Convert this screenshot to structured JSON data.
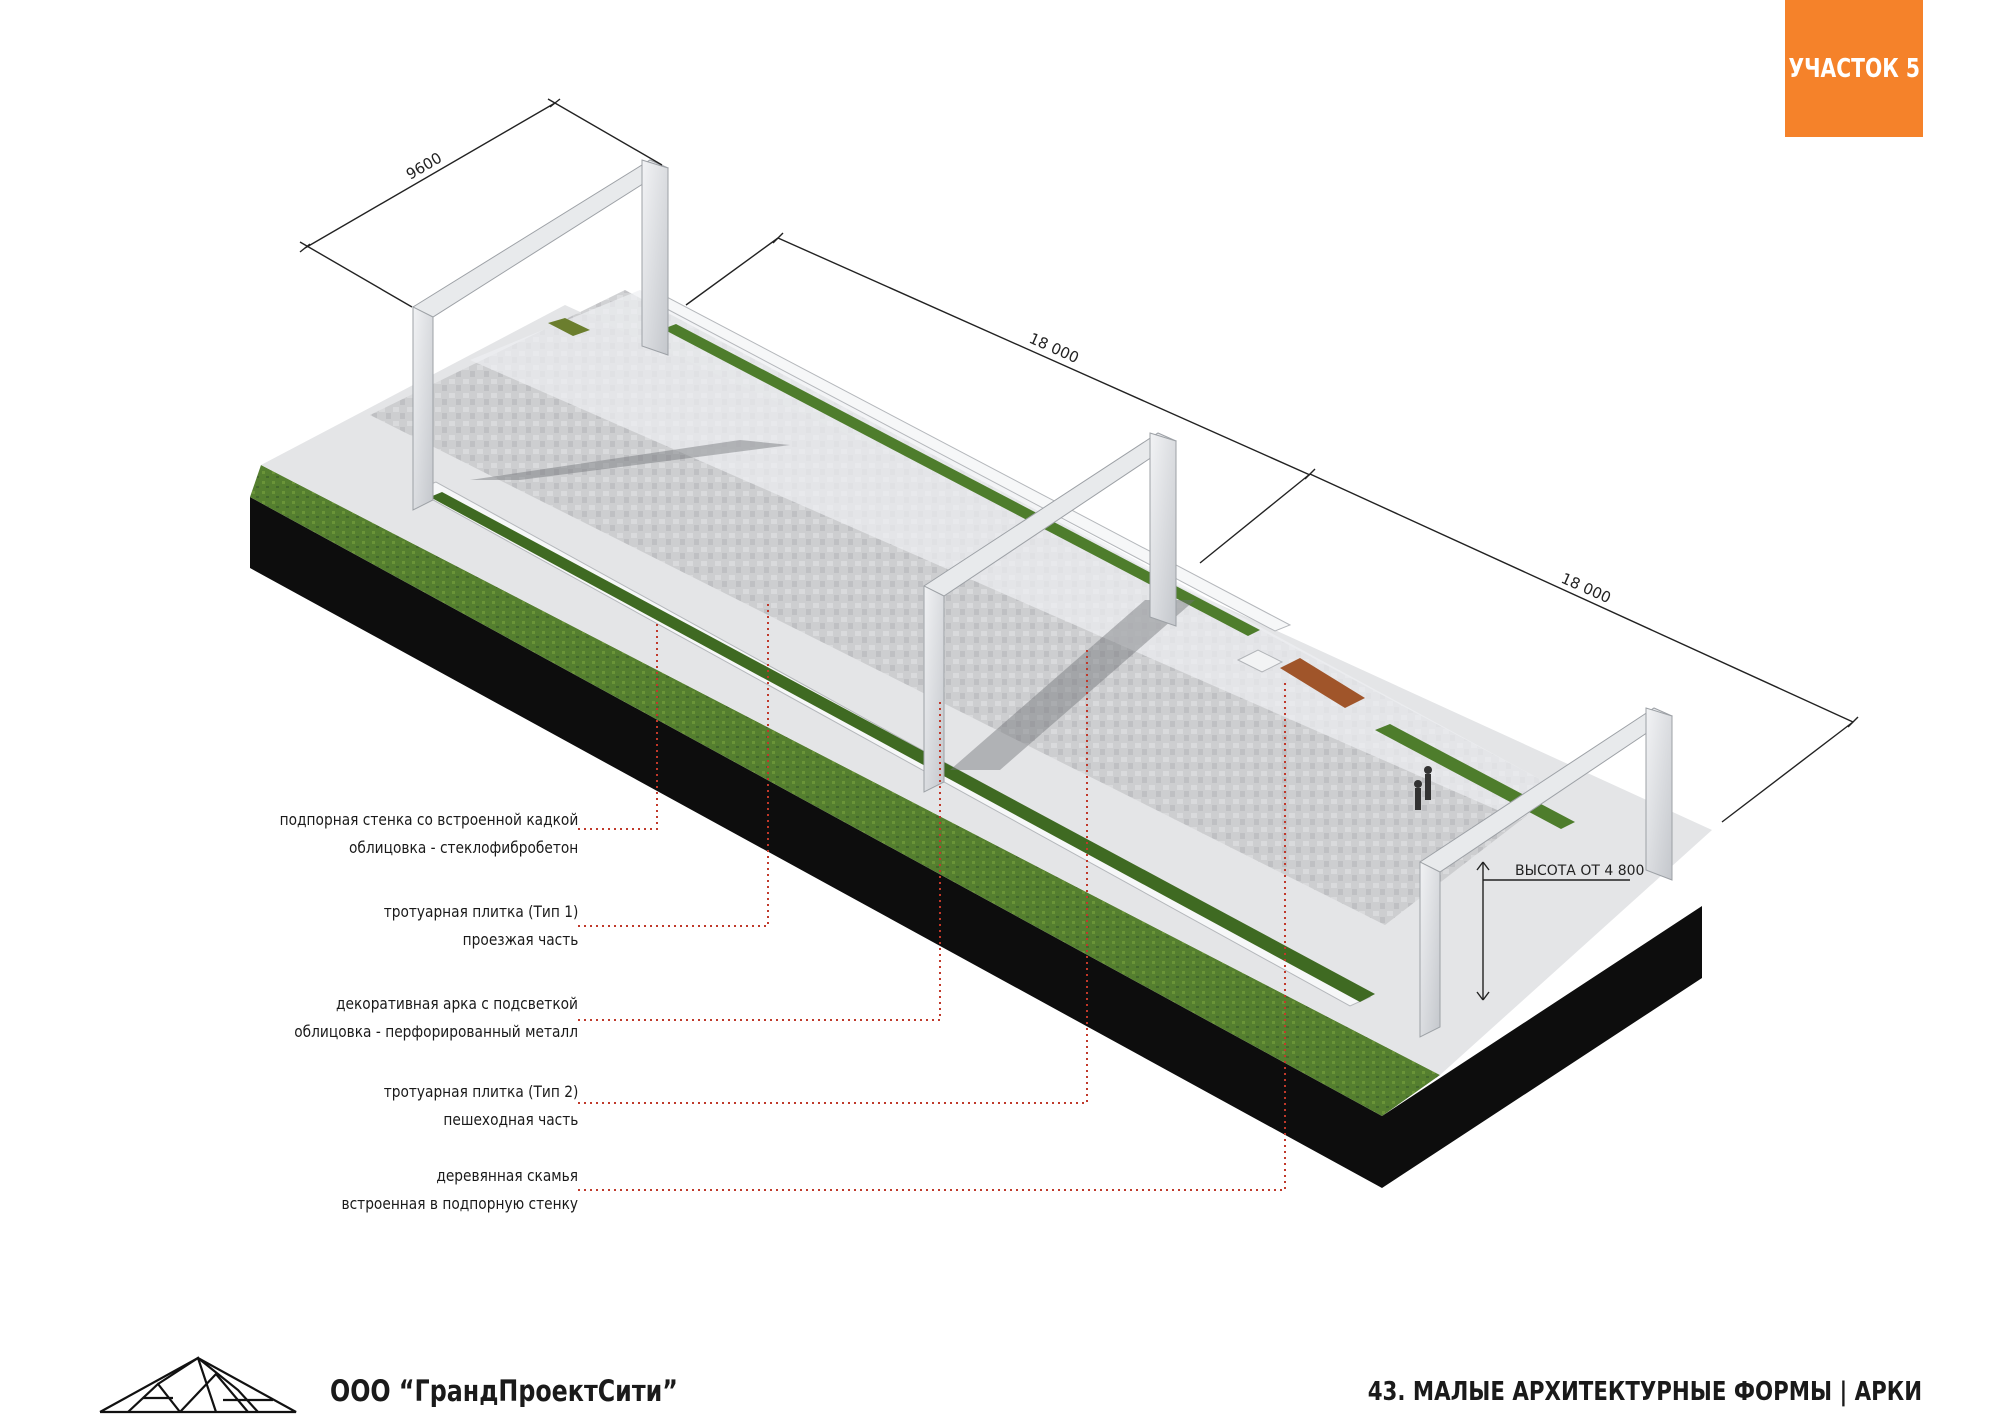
{
  "badge": {
    "label": "УЧАСТОК 5",
    "color": "#f5822a"
  },
  "dimensions": {
    "width_label": "9600",
    "length_label_1": "18 000",
    "length_label_2": "18 000",
    "height_label": "ВЫСОТА ОТ 4 800"
  },
  "callouts": [
    {
      "line1": "подпорная стенка со встроенной кадкой",
      "line2": "облицовка - стеклофибробетон"
    },
    {
      "line1": "тротуарная плитка (Тип 1)",
      "line2": "проезжая часть"
    },
    {
      "line1": "декоративная арка с подсветкой",
      "line2": "облицовка - перфорированный металл"
    },
    {
      "line1": "тротуарная плитка (Тип 2)",
      "line2": "пешеходная часть"
    },
    {
      "line1": "деревянная скамья",
      "line2": "встроенная в подпорную стенку"
    }
  ],
  "footer": {
    "company": "ООО “ГрандПроектСити”",
    "sheet_title": "43. МАЛЫЕ АРХИТЕКТУРНЫЕ ФОРМЫ | АРКИ"
  },
  "colors": {
    "leader": "#c0392b",
    "grass": "#4f7a2c",
    "base": "#0d0d0d",
    "bench": "#a0552a"
  }
}
